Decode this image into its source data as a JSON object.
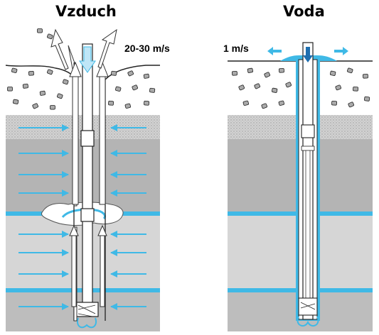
{
  "panels": [
    {
      "title": "Vzduch",
      "speed": "20-30 m/s"
    },
    {
      "title": "Voda",
      "speed": "1 m/s"
    }
  ],
  "colors": {
    "flow": "#3fb9e6",
    "rock_gray": "#b2b2b2",
    "rock_light": "#d9d9d9",
    "topsoil": "#c8c8c8",
    "pebble": "#aaaaaa",
    "outline": "#222222"
  },
  "icons": [
    "pebble-icon",
    "flow-arrow-icon",
    "drill-bit-icon"
  ]
}
